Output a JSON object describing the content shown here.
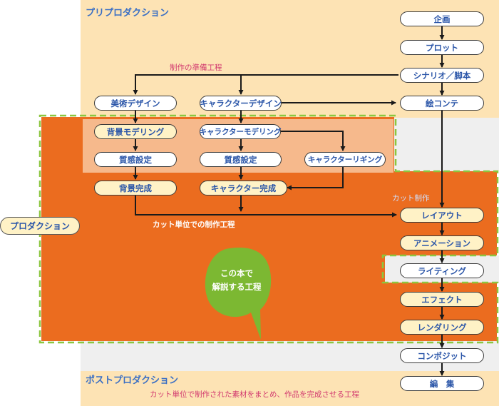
{
  "phases": {
    "pre": "プリプロダクション",
    "production": "プロダクション",
    "post": "ポストプロダクション"
  },
  "notes": {
    "prep": "制作の準備工程",
    "cut_unit": "カット単位での制作工程",
    "cut_work": "カット制作",
    "post_desc": "カット単位で制作された素材をまとめ、作品を完成させる工程"
  },
  "callout": {
    "line1": "この本で",
    "line2": "解説する工程"
  },
  "nodes": {
    "kikaku": "企画",
    "plot": "プロット",
    "scenario": "シナリオ／脚本",
    "ekonte": "絵コンテ",
    "bijutsu": "美術デザイン",
    "chara_design": "キャラクターデザイン",
    "bg_model": "背景モデリング",
    "chara_model": "キャラクターモデリング",
    "material_bg": "質感設定",
    "material_chara": "質感設定",
    "rigging": "キャラクターリギング",
    "bg_done": "背景完成",
    "chara_done": "キャラクター完成",
    "layout": "レイアウト",
    "animation": "アニメーション",
    "lighting": "ライティング",
    "effect": "エフェクト",
    "rendering": "レンダリング",
    "composite": "コンポジット",
    "edit": "編　集"
  },
  "colors": {
    "pre_band": "#fde3b4",
    "production_orange": "#eb6c1f",
    "modeling_panel": "#f6b98c",
    "gray_band": "#efefef",
    "dashed_border": "#8cc63f",
    "callout_green": "#7cb832",
    "highlight_node": "#fff2c6"
  }
}
